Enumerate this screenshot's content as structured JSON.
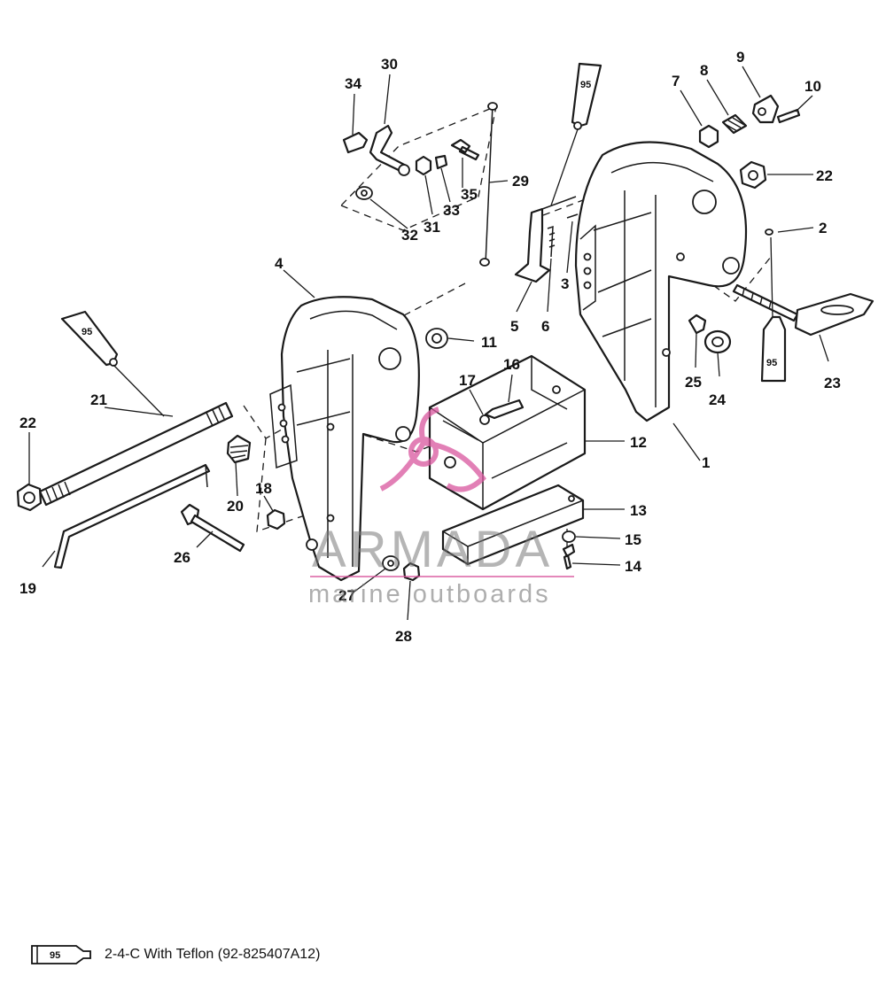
{
  "callouts": [
    "1",
    "2",
    "3",
    "4",
    "5",
    "6",
    "7",
    "8",
    "9",
    "10",
    "11",
    "12",
    "13",
    "14",
    "15",
    "16",
    "17",
    "18",
    "19",
    "20",
    "21",
    "22",
    "23",
    "24",
    "25",
    "26",
    "27",
    "28",
    "29",
    "30",
    "31",
    "32",
    "33",
    "34",
    "35"
  ],
  "tube_label": "95",
  "legend": {
    "tube_label": "95",
    "text": "2-4-C  With Teflon (92-825407A12)"
  },
  "watermark": {
    "brand": "ARMADA",
    "tagline": "marine outboards",
    "pink": "#d9569e"
  }
}
